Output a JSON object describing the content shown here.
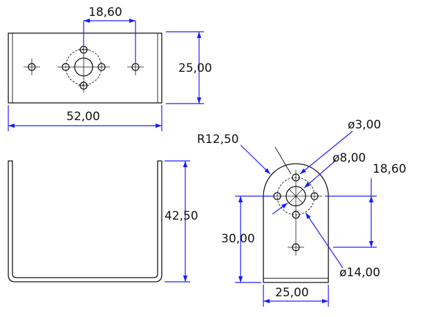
{
  "top_view": {
    "hole_spacing": "18,60",
    "height": "25,00",
    "width": "52,00"
  },
  "front_view": {
    "height": "42,50"
  },
  "side_view": {
    "radius": "R12,50",
    "small_hole": "ø3,00",
    "center_hole": "ø8,00",
    "hole_spacing": "18,60",
    "hole_height": "30,00",
    "bolt_circle": "ø14,00",
    "width": "25,00"
  },
  "colors": {
    "dimension": "#1a1aff",
    "outline": "#111111"
  }
}
